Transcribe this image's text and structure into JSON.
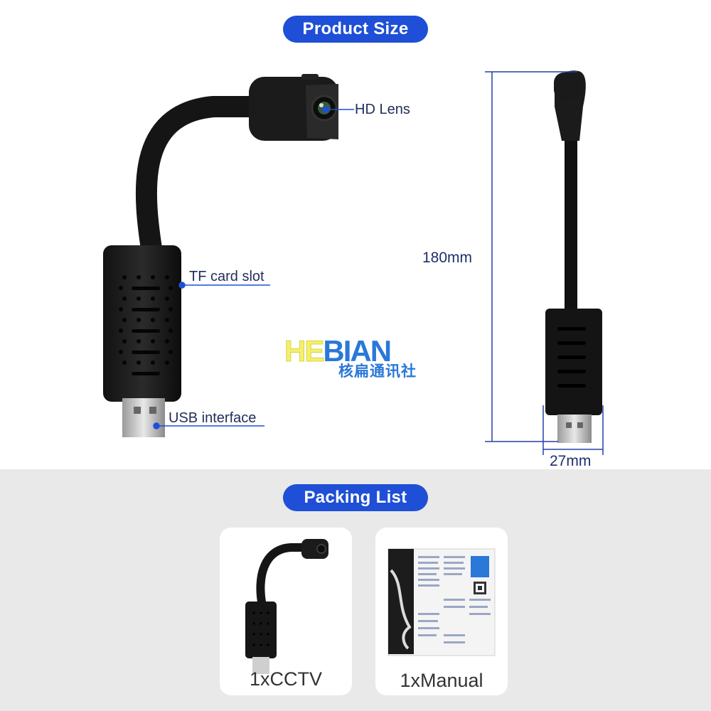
{
  "header": {
    "product_size_label": "Product Size"
  },
  "callouts": {
    "hd_lens": "HD Lens",
    "tf_card_slot": "TF card slot",
    "usb_interface": "USB interface"
  },
  "dimensions": {
    "height": "180mm",
    "width": "27mm"
  },
  "watermark": {
    "part1": "HE",
    "part2": "BIAN",
    "subtitle": "核扁通讯社"
  },
  "packing": {
    "label": "Packing List",
    "items": [
      {
        "label": "1xCCTV"
      },
      {
        "label": "1xManual"
      }
    ]
  },
  "colors": {
    "accent": "#1e4fd6",
    "callout_text": "#222e5c",
    "watermark_yellow": "#f4f06a",
    "watermark_blue": "#2a78d8"
  },
  "icons": [
    "usb-camera-illustration",
    "manual-illustration",
    "dimension-lines"
  ]
}
